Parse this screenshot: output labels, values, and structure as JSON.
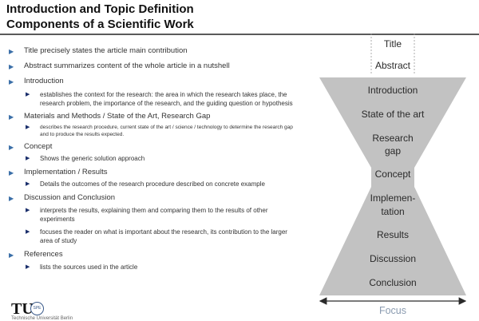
{
  "header": {
    "line1": "Introduction and Topic Definition",
    "line2": "Components of a Scientific Work"
  },
  "outline": {
    "title_item": "Title precisely states the article main contribution",
    "abstract_item": "Abstract summarizes content of the whole article in a nutshell",
    "introduction": {
      "label": "Introduction",
      "sub": "establishes the context for the research:  the area in which the research takes place, the research problem, the importance of the research, and the guiding question or hypothesis"
    },
    "methods": {
      "label": "Materials and Methods / State of the Art, Research Gap",
      "sub": "describes the research procedure, current state of the art / science / technology to determine the research gap and to produce the results expected."
    },
    "concept": {
      "label": "Concept",
      "sub": "Shows the generic solution approach"
    },
    "implementation": {
      "label": "Implementation / Results",
      "sub": "Details the outcomes of the research procedure described on concrete example"
    },
    "discussion": {
      "label": "Discussion and Conclusion",
      "sub1": "interprets the results, explaining them and comparing them to the results of other experiments",
      "sub2": "focuses the reader on what is important about the research, its contribution to the larger area of study"
    },
    "references": {
      "label": "References",
      "sub": "lists the sources used in the article"
    }
  },
  "diagram": {
    "title": "Title",
    "abstract": "Abstract",
    "introduction": "Introduction",
    "state_of_art": "State of the art",
    "research_gap_1": "Research",
    "research_gap_2": "gap",
    "concept": "Concept",
    "implementation_1": "Implemen-",
    "implementation_2": "tation",
    "results": "Results",
    "discussion": "Discussion",
    "conclusion": "Conclusion",
    "focus": "Focus",
    "fill_color": "#c2c2c2",
    "focus_color": "#8a9bb0"
  },
  "logo": {
    "mark": "TU",
    "seal": "SPE",
    "caption": "Technische Universität Berlin"
  }
}
